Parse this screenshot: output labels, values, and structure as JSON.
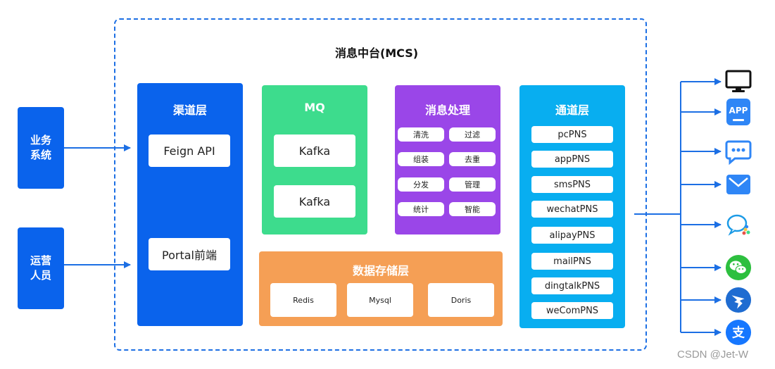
{
  "diagram": {
    "title": "消息中台(MCS)",
    "sources": [
      {
        "label": "业务\n系统"
      },
      {
        "label": "运营\n人员"
      }
    ],
    "channel_layer": {
      "title": "渠道层",
      "items": [
        "Feign API",
        "Portal前端"
      ]
    },
    "mq": {
      "title": "MQ",
      "items": [
        "Kafka",
        "Kafka"
      ]
    },
    "processing": {
      "title": "消息处理",
      "items": [
        "清洗",
        "过滤",
        "组装",
        "去重",
        "分发",
        "管理",
        "统计",
        "智能"
      ]
    },
    "storage": {
      "title": "数据存储层",
      "items": [
        "Redis",
        "Mysql",
        "Doris"
      ]
    },
    "pns_layer": {
      "title": "通道层",
      "items": [
        "pcPNS",
        "appPNS",
        "smsPNS",
        "wechatPNS",
        "alipayPNS",
        "mailPNS",
        "dingtalkPNS",
        "weComPNS"
      ]
    },
    "targets": [
      {
        "icon": "monitor-icon"
      },
      {
        "icon": "app-icon",
        "label": "APP"
      },
      {
        "icon": "sms-bubble-icon"
      },
      {
        "icon": "mail-icon"
      },
      {
        "icon": "wecom-icon"
      },
      {
        "icon": "wechat-icon"
      },
      {
        "icon": "dingtalk-icon"
      },
      {
        "icon": "alipay-icon",
        "label": "支"
      }
    ]
  },
  "watermark": "CSDN @Jet-W",
  "colors": {
    "border": "#1c6fe4",
    "source": "#0a63ec",
    "channel": "#0a63ec",
    "mq": "#3ddc8d",
    "processing": "#9a46e8",
    "storage": "#f59f55",
    "pns": "#08aef0",
    "arrow": "#1c6fe4"
  }
}
